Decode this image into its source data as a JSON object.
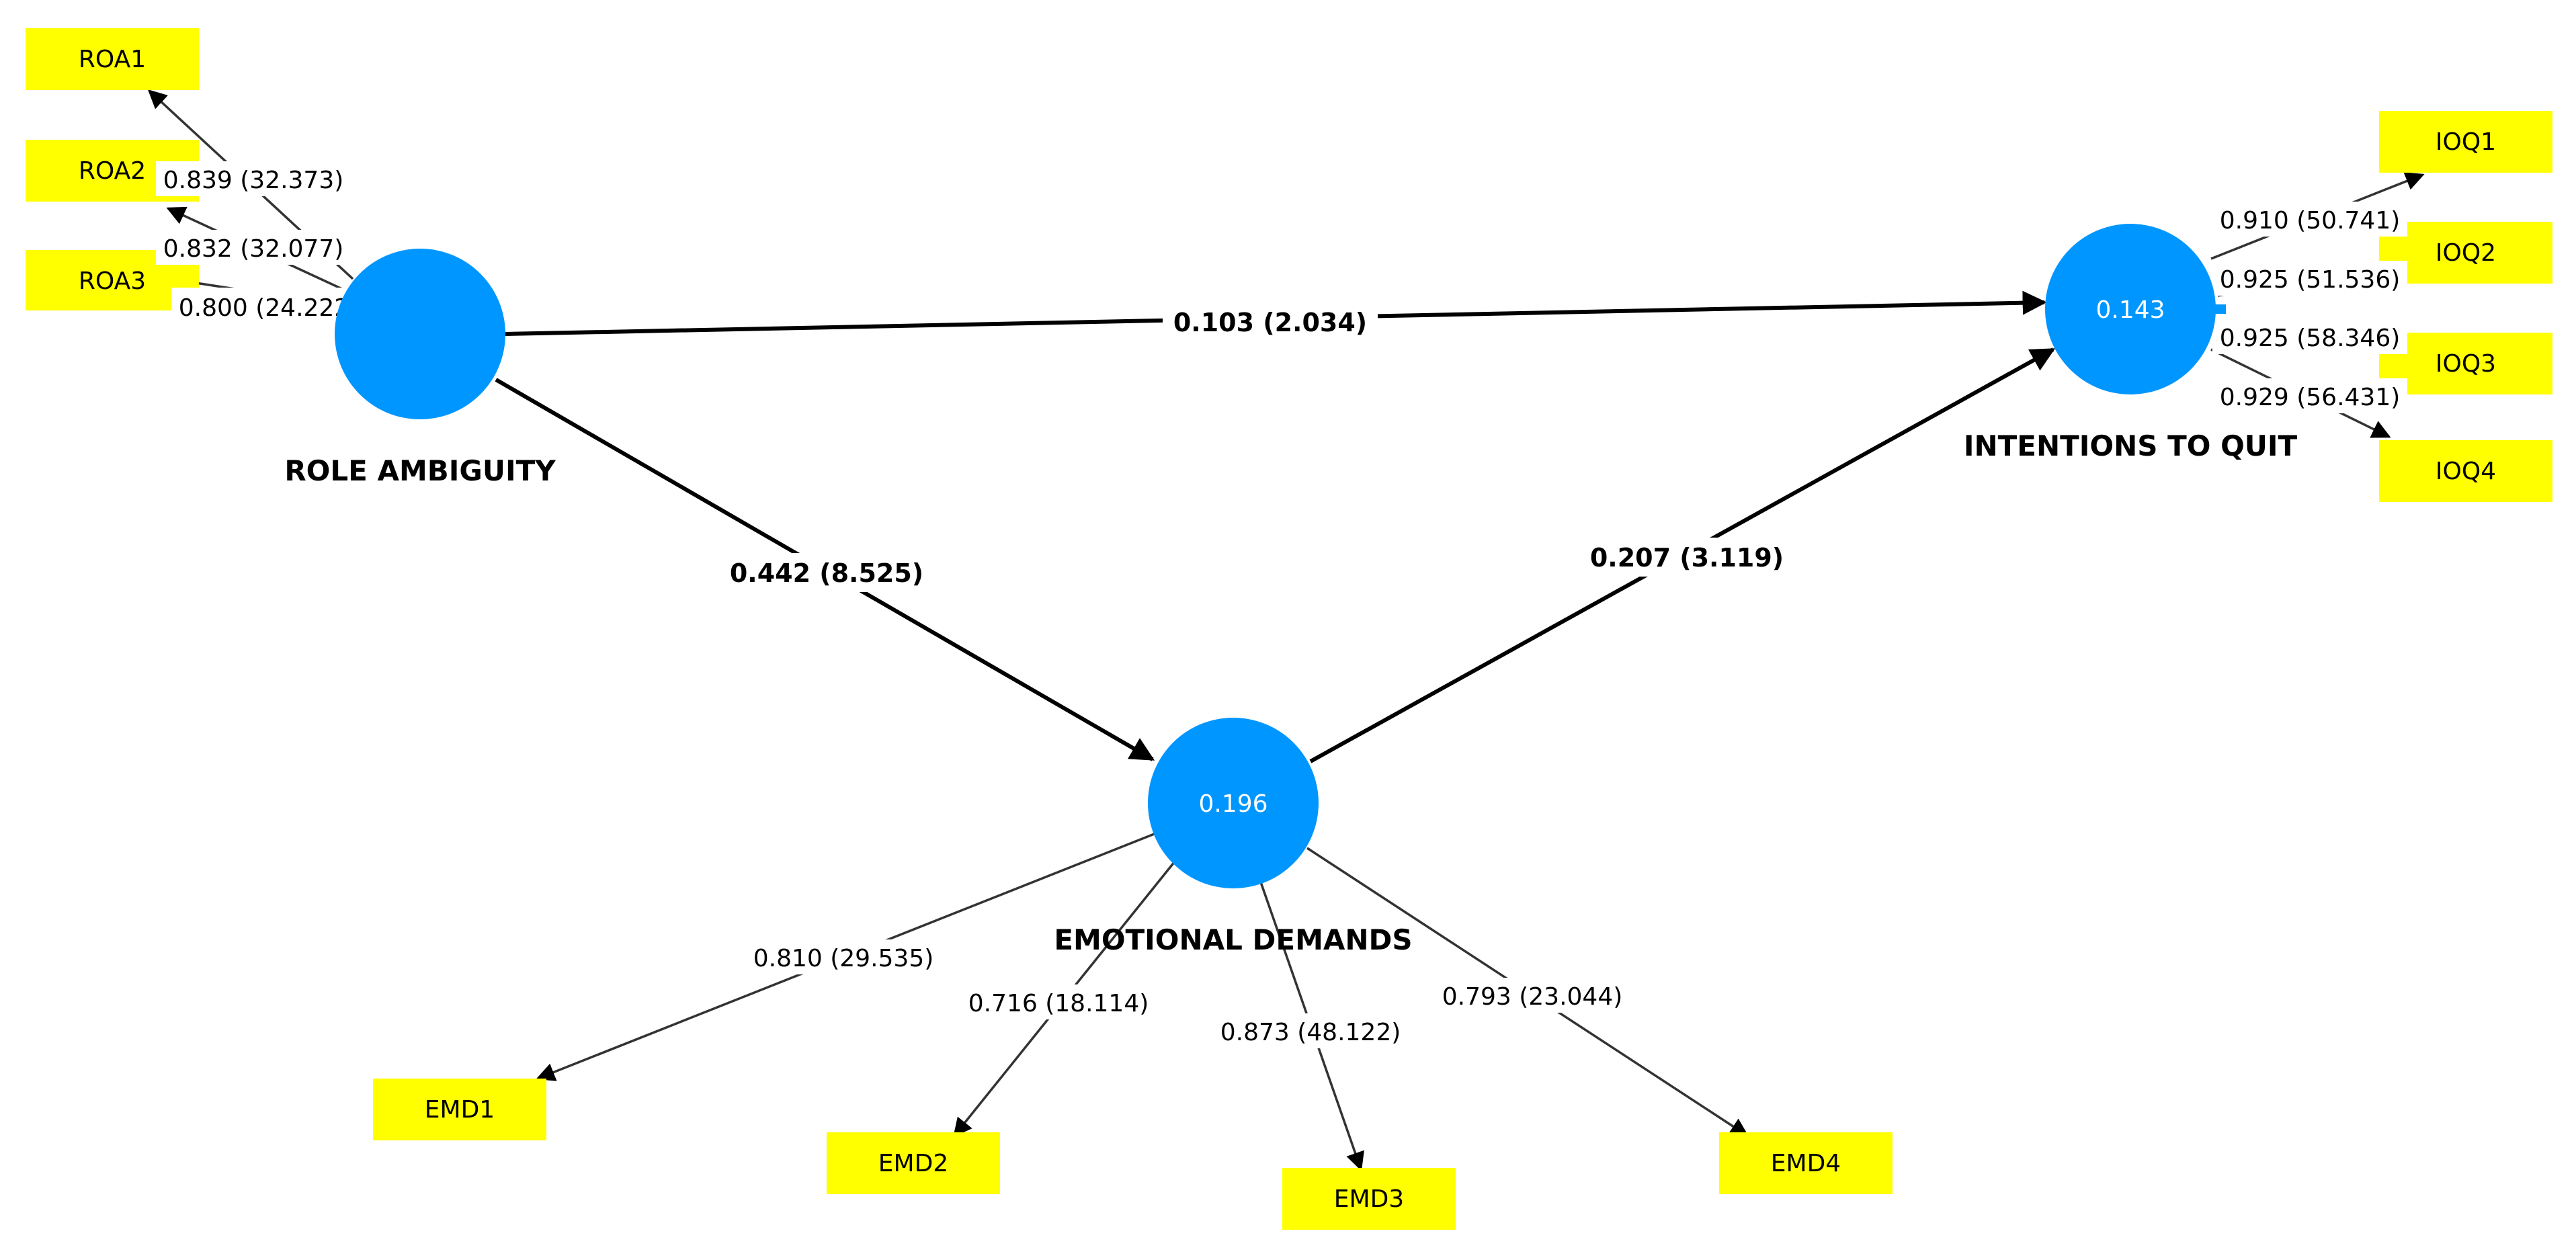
{
  "constructs": {
    "role_ambiguity": {
      "label": "ROLE AMBIGUITY",
      "r2": ""
    },
    "emotional_demands": {
      "label": "EMOTIONAL DEMANDS",
      "r2": "0.196"
    },
    "intentions_to_quit": {
      "label": "INTENTIONS TO QUIT",
      "r2": "0.143"
    }
  },
  "indicators": {
    "ROA1": "ROA1",
    "ROA2": "ROA2",
    "ROA3": "ROA3",
    "IOQ1": "IOQ1",
    "IOQ2": "IOQ2",
    "IOQ3": "IOQ3",
    "IOQ4": "IOQ4",
    "EMD1": "EMD1",
    "EMD2": "EMD2",
    "EMD3": "EMD3",
    "EMD4": "EMD4"
  },
  "paths": {
    "ra_to_itq": "0.103 (2.034)",
    "ra_to_ed": "0.442 (8.525)",
    "ed_to_itq": "0.207 (3.119)"
  },
  "loadings": {
    "ROA1": "0.839 (32.373)",
    "ROA2": "0.832 (32.077)",
    "ROA3": "0.800 (24.222)",
    "IOQ1": "0.910 (50.741)",
    "IOQ2": "0.925 (51.536)",
    "IOQ3": "0.925 (58.346)",
    "IOQ4": "0.929 (56.431)",
    "EMD1": "0.810 (29.535)",
    "EMD2": "0.716 (18.114)",
    "EMD3": "0.873 (48.122)",
    "EMD4": "0.793 (23.044)"
  },
  "colors": {
    "construct": "#0096ff",
    "indicator": "#ffff00",
    "line": "#000000"
  }
}
